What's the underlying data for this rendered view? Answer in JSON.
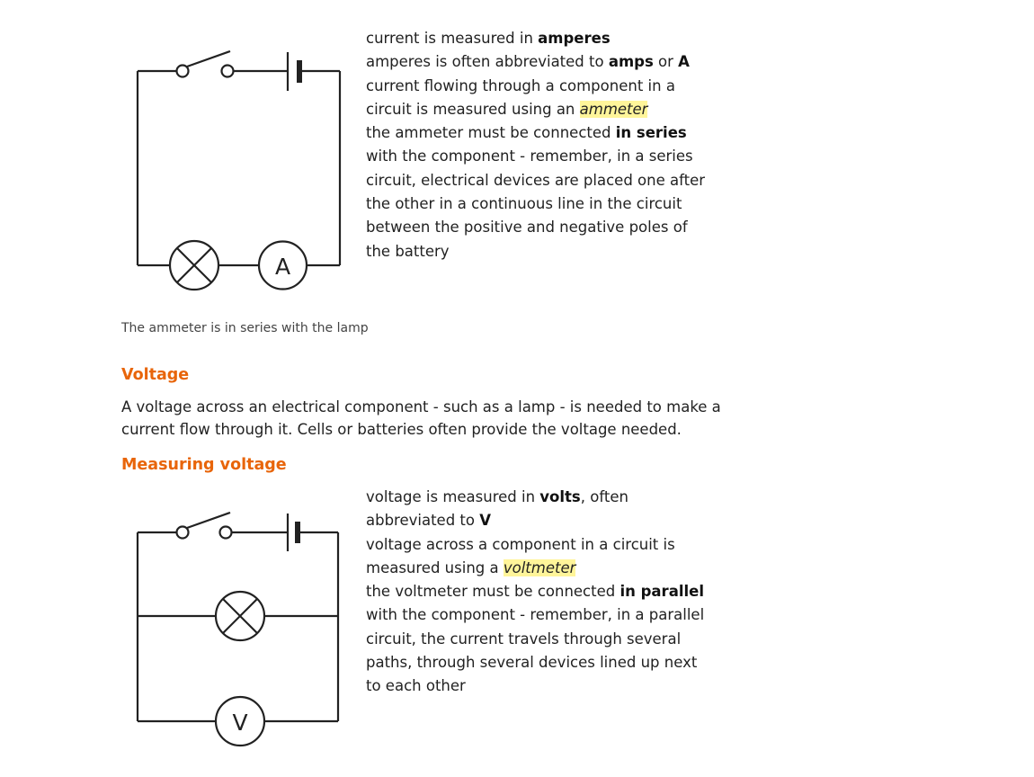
{
  "section1": {
    "diagram": {
      "ammeter_symbol": "A"
    },
    "text": {
      "l1_pre": "current is measured in ",
      "l1_bold": "amperes",
      "l2_pre": "amperes is often abbreviated to ",
      "l2_bold1": "amps",
      "l2_mid": " or ",
      "l2_bold2": "A",
      "l3": "current flowing through a component in a",
      "l4_pre": "circuit is measured using an ",
      "l4_hl": "ammeter",
      "l5_pre": "the ammeter must be connected ",
      "l5_bold": "in series",
      "l6": "with the component - remember, in a series",
      "l7": "circuit, electrical devices are placed one after",
      "l8": "the other in a continuous line in the circuit",
      "l9": "between the positive and negative poles of",
      "l10": "the battery"
    },
    "caption": "The ammeter is in series with the lamp"
  },
  "voltage": {
    "heading": "Voltage",
    "line1": "A voltage across an electrical component - such as a lamp - is needed to make a",
    "line2": "current flow through it. Cells or batteries often provide the voltage needed."
  },
  "section2": {
    "heading": "Measuring voltage",
    "diagram": {
      "voltmeter_symbol": "V"
    },
    "text": {
      "l1_pre": "voltage is measured in ",
      "l1_bold": "volts",
      "l1_post": ", often",
      "l2_pre": "abbreviated to ",
      "l2_bold": "V",
      "l3": "voltage across a component in a circuit is",
      "l4_pre": "measured using a ",
      "l4_hl": "voltmeter",
      "l5_pre": "the voltmeter must be connected ",
      "l5_bold": "in parallel",
      "l6": "with the component - remember, in a parallel",
      "l7": "circuit, the current travels through several",
      "l8": "paths, through several devices lined up next",
      "l9": "to each other"
    }
  },
  "colors": {
    "heading": "#e8650a",
    "highlight": "#fff59a",
    "text": "#222222"
  }
}
